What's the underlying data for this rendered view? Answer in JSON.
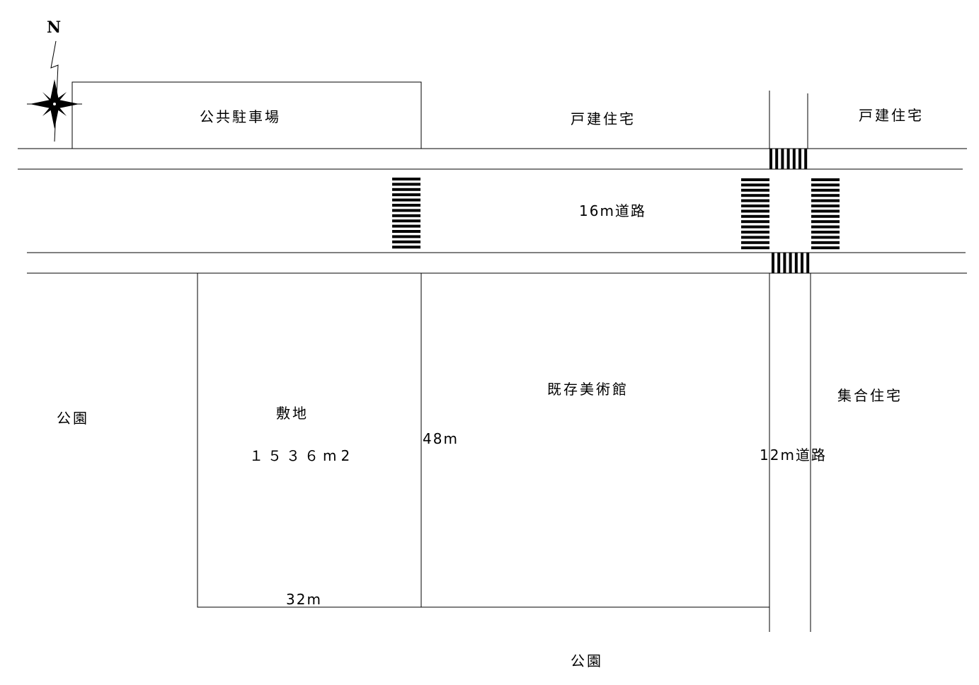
{
  "compass": {
    "north_label": "N"
  },
  "labels": {
    "parking": "公共駐車場",
    "house_center": "戸建住宅",
    "house_right": "戸建住宅",
    "road_16m": "16m道路",
    "road_12m": "12m道路",
    "site": "敷地",
    "site_area": "１５３６m2",
    "museum": "既存美術館",
    "apartment": "集合住宅",
    "park_left": "公園",
    "park_bottom": "公園",
    "dim_48m": "48m",
    "dim_32m": "32m"
  }
}
